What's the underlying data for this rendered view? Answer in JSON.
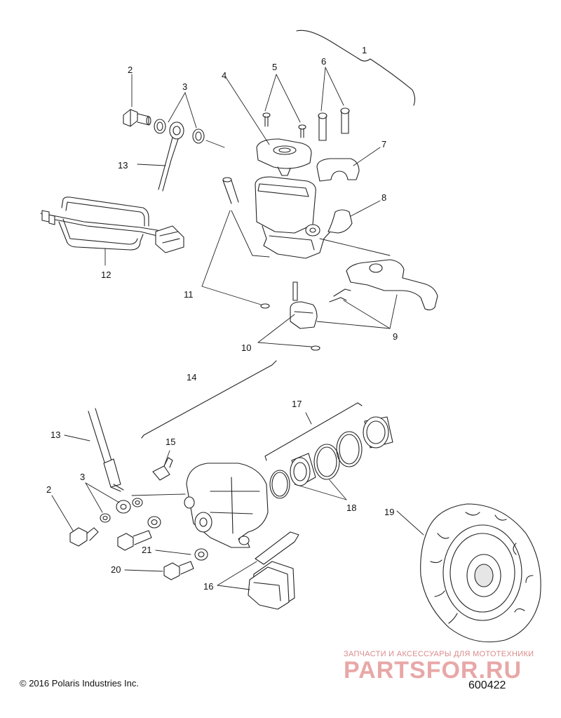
{
  "callouts": {
    "c1": "1",
    "c2_top": "2",
    "c3_top": "3",
    "c4": "4",
    "c5": "5",
    "c6": "6",
    "c7": "7",
    "c8": "8",
    "c9": "9",
    "c10": "10",
    "c11": "11",
    "c12": "12",
    "c13_top": "13",
    "c14": "14",
    "c15": "15",
    "c17": "17",
    "c13_bot": "13",
    "c3_bot": "3",
    "c2_bot": "2",
    "c18": "18",
    "c19": "19",
    "c21": "21",
    "c20": "20",
    "c16": "16"
  },
  "footer": {
    "copyright": "© 2016 Polaris Industries Inc.",
    "figure_id": "600422"
  },
  "watermark": {
    "tagline": "ЗАПЧАСТИ И АКСЕССУАРЫ ДЛЯ МОТОТЕХНИКИ",
    "logo": "PARTSFOR.RU"
  }
}
